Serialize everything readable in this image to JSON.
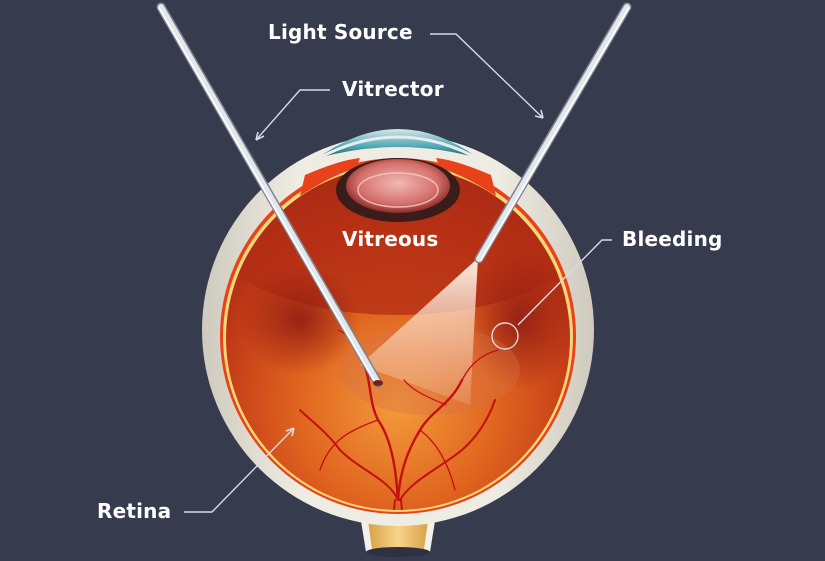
{
  "diagram": {
    "subject": "Vitrectomy procedure — cross-section of the eye",
    "colors": {
      "background": "#363b4e",
      "sclera": "#e7e3d8",
      "choroid": "#e8421a",
      "vitreous": "#c4361a",
      "retina_glow": "#f08a2c",
      "vessel": "#c40f14",
      "instrument": "#d9dde3",
      "label_text": "#ffffff",
      "leader_line": "#d8dbe3"
    },
    "labels": {
      "light_source": "Light Source",
      "vitrector": "Vitrector",
      "vitreous": "Vitreous",
      "bleeding": "Bleeding",
      "retina": "Retina"
    },
    "instruments": [
      {
        "name": "Vitrector",
        "side": "left"
      },
      {
        "name": "Light Source",
        "side": "right"
      }
    ]
  }
}
